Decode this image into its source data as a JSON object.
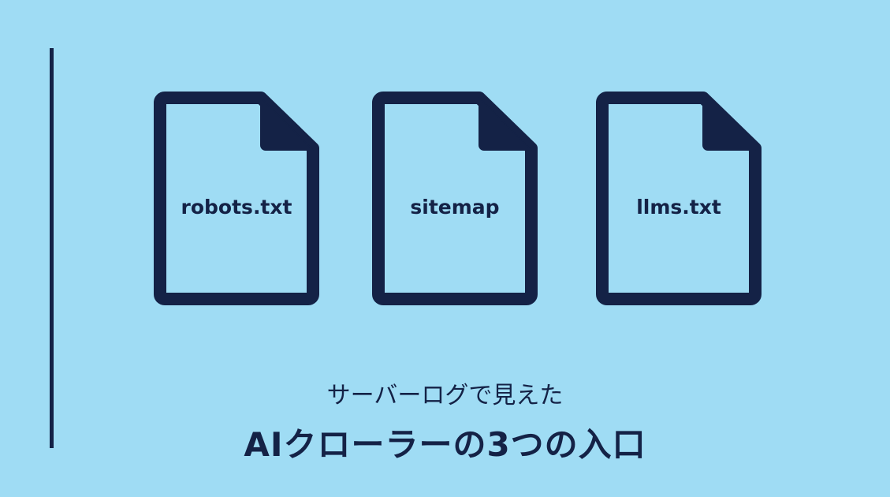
{
  "files": [
    {
      "label": "robots.txt",
      "icon": "file-icon"
    },
    {
      "label": "sitemap",
      "icon": "file-icon"
    },
    {
      "label": "llms.txt",
      "icon": "file-icon"
    }
  ],
  "caption": {
    "subtitle": "サーバーログで見えた",
    "title": "AIクローラーの3つの入口"
  },
  "colors": {
    "background": "#9fdcf4",
    "ink": "#142246"
  }
}
